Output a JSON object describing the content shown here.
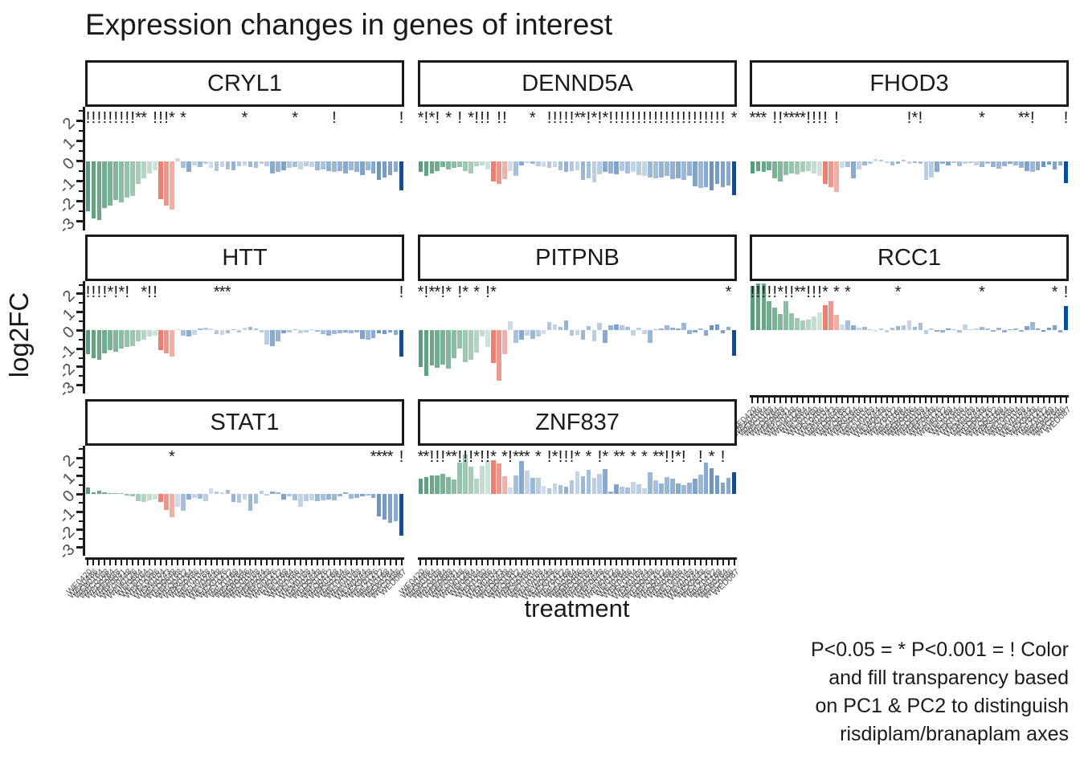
{
  "title": "Expression changes in genes of interest",
  "caption_lines": [
    "P<0.05 = * P<0.001 = ! Color",
    "and fill transparency based",
    "on PC1 & PC2 to distinguish",
    "risdiplam/branaplam axes"
  ],
  "colors": {
    "green": "#4E9973",
    "red": "#E4604E",
    "blue": "#3A72B0",
    "navy": "#0A4F9E",
    "axis_text": "#4d4d4d",
    "text": "#1a1a1a",
    "panel_bg": "#ffffff"
  },
  "chart_data": {
    "type": "bar",
    "title": "Expression changes in genes of interest",
    "xlabel": "treatment",
    "ylabel": "log2FC",
    "ylim": [
      -3.45,
      2.7
    ],
    "y_ticks": [
      2,
      1,
      0,
      -1,
      -2,
      -3
    ],
    "y_minor_ticks": [
      2.5,
      1.5,
      0.5,
      -0.5,
      -1.5,
      -2.5
    ],
    "grid": "off",
    "legend": "none",
    "sig_legend": {
      "star": "P<0.05",
      "bang": "P<0.001"
    },
    "groups": [
      {
        "color": "green",
        "start": 0,
        "end": 12
      },
      {
        "color": "red",
        "start": 13,
        "end": 15
      },
      {
        "color": "blue",
        "start": 16,
        "end": 55
      },
      {
        "color": "navy",
        "start": 56,
        "end": 56
      }
    ],
    "alphas": [
      0.95,
      0.9,
      0.85,
      0.8,
      0.75,
      0.7,
      0.65,
      0.6,
      0.55,
      0.5,
      0.42,
      0.34,
      0.28,
      0.8,
      0.65,
      0.5,
      0.25,
      0.45,
      0.6,
      0.3,
      0.5,
      0.35,
      0.25,
      0.4,
      0.3,
      0.45,
      0.55,
      0.4,
      0.3,
      0.5,
      0.45,
      0.35,
      0.35,
      0.6,
      0.55,
      0.65,
      0.4,
      0.45,
      0.3,
      0.35,
      0.3,
      0.5,
      0.45,
      0.55,
      0.5,
      0.55,
      0.6,
      0.5,
      0.55,
      0.65,
      0.5,
      0.6,
      0.75,
      0.7,
      0.65,
      0.6,
      1.0
    ],
    "x_labels": [
      "WE0420",
      "WEA0486",
      "WEB0164",
      "WEC0168",
      "WED0264",
      "WEE0688",
      "WEF0041",
      "WEG0448",
      "WEH0126",
      "WEI0684",
      "WEJ0164",
      "WEK0260",
      "WEL0486",
      "WEM0104",
      "WEN0243",
      "WEO0648",
      "WEP0168",
      "WEQ0412",
      "WER0264",
      "WES0486",
      "WET0104",
      "WEU0168",
      "WEV0244",
      "WEW0648",
      "WEX0126",
      "WEY0412",
      "WEZ0168",
      "WEA0264",
      "WEB0486",
      "WEC0104",
      "WED0168",
      "WEE0244",
      "WEF0648",
      "WEG0126",
      "WEH0412",
      "WEI0168",
      "WEJ0264",
      "WEK0486",
      "WEL0104",
      "WEM0168",
      "WEN0244",
      "WEO0648",
      "WEP0126",
      "WEQ0412",
      "WER0168",
      "WES0264",
      "WET0486",
      "WEU0104",
      "WEV0168",
      "WEW0244",
      "WEX0648",
      "WEY0126",
      "WEZ0412",
      "WEA0168",
      "WEB0264",
      "WEC0486",
      "WED087"
    ],
    "facets": [
      {
        "name": "CRYL1",
        "col": 0,
        "row": 0,
        "y_axis": true,
        "bottom_axis": false,
        "sig": "!!!!!!!!!** !!!* *          *        *      !           !",
        "values": [
          -2.5,
          -2.85,
          -2.95,
          -2.35,
          -2.2,
          -1.95,
          -2.05,
          -1.8,
          -1.75,
          -1.15,
          -0.85,
          -0.6,
          -0.45,
          -1.9,
          -2.2,
          -2.4,
          0.15,
          -0.35,
          -0.55,
          -0.2,
          -0.3,
          -0.15,
          -0.35,
          -0.5,
          -0.3,
          -0.4,
          -0.45,
          -0.25,
          -0.2,
          -0.3,
          -0.35,
          -0.15,
          -0.25,
          -0.6,
          -0.55,
          -0.45,
          -0.35,
          -0.3,
          -0.4,
          -0.25,
          -0.3,
          -0.45,
          -0.4,
          -0.5,
          -0.55,
          -0.5,
          -0.6,
          -0.45,
          -0.55,
          -0.7,
          -0.45,
          -0.6,
          -0.95,
          -0.8,
          -0.7,
          -0.55,
          -1.45
        ]
      },
      {
        "name": "DENND5A",
        "col": 1,
        "row": 0,
        "y_axis": false,
        "bottom_axis": false,
        "sig": "*!*! * ! *!!! !!    *  !!!!!**!*!*!!!!!!!!!!!!!!!!!!!!! *",
        "values": [
          -0.55,
          -0.75,
          -0.6,
          -0.5,
          -0.3,
          -0.4,
          -0.35,
          -0.3,
          -0.5,
          -0.6,
          -0.25,
          -0.2,
          -0.4,
          -1.0,
          -1.15,
          -0.9,
          -0.5,
          -0.75,
          -0.2,
          -0.1,
          -0.15,
          -0.25,
          -0.3,
          -0.35,
          -0.3,
          -0.45,
          -0.55,
          -0.5,
          -0.45,
          -0.95,
          -0.85,
          -1.05,
          -0.65,
          -0.55,
          -0.6,
          -0.65,
          -0.5,
          -0.6,
          -0.55,
          -0.7,
          -0.75,
          -0.8,
          -0.85,
          -0.8,
          -0.75,
          -0.9,
          -0.85,
          -0.95,
          -0.75,
          -1.25,
          -1.35,
          -1.3,
          -1.45,
          -1.15,
          -1.3,
          -1.2,
          -1.7
        ]
      },
      {
        "name": "FHOD3",
        "col": 2,
        "row": 0,
        "y_axis": false,
        "bottom_axis": false,
        "sig": "*** !!****!!!! !            !*!          *      **!     !",
        "values": [
          -0.6,
          -0.5,
          -0.55,
          -0.45,
          -0.85,
          -1.0,
          -0.7,
          -0.6,
          -0.65,
          -0.55,
          -0.5,
          -0.6,
          -0.75,
          -1.15,
          -1.3,
          -1.55,
          -0.35,
          -0.3,
          -0.85,
          -0.4,
          -0.2,
          -0.15,
          0.1,
          0.08,
          -0.1,
          -0.2,
          -0.15,
          0.05,
          -0.12,
          -0.08,
          -0.15,
          -0.95,
          -0.8,
          -0.55,
          -0.15,
          -0.2,
          -0.1,
          -0.25,
          -0.15,
          -0.1,
          -0.22,
          -0.28,
          -0.12,
          -0.3,
          -0.38,
          -0.25,
          -0.15,
          -0.2,
          -0.35,
          -0.5,
          -0.55,
          -0.45,
          -0.3,
          -0.18,
          -0.4,
          -0.2,
          -1.1
        ]
      },
      {
        "name": "HTT",
        "col": 0,
        "row": 1,
        "y_axis": true,
        "bottom_axis": false,
        "sig": "!!!!*!*!  *!!          ***                              !",
        "values": [
          -1.3,
          -1.5,
          -1.6,
          -1.25,
          -1.1,
          -1.15,
          -1.0,
          -0.9,
          -0.85,
          -0.6,
          -0.5,
          -0.35,
          -0.3,
          -1.1,
          -1.25,
          -1.45,
          0.05,
          -0.3,
          -0.35,
          -0.25,
          0.1,
          0.15,
          0.1,
          -0.2,
          -0.25,
          -0.15,
          0.05,
          -0.1,
          0.15,
          0.2,
          0.1,
          -0.1,
          -0.75,
          -0.85,
          -0.6,
          -0.15,
          -0.1,
          0.05,
          -0.15,
          -0.1,
          0.05,
          -0.05,
          -0.2,
          -0.3,
          -0.2,
          -0.15,
          -0.1,
          -0.15,
          -0.1,
          -0.45,
          -0.5,
          -0.4,
          -0.15,
          -0.2,
          -0.1,
          -0.25,
          -1.45
        ]
      },
      {
        "name": "PITPNB",
        "col": 1,
        "row": 1,
        "y_axis": false,
        "bottom_axis": false,
        "sig": "*!**!* !* * !*                                         *",
        "values": [
          -2.0,
          -2.5,
          -1.9,
          -2.05,
          -1.85,
          -2.1,
          -1.5,
          -1.0,
          -1.75,
          -1.6,
          -1.2,
          -0.35,
          -0.9,
          -1.8,
          -2.75,
          -1.3,
          0.5,
          -0.7,
          -0.5,
          -0.3,
          -0.45,
          -0.35,
          -0.2,
          0.45,
          0.35,
          0.2,
          0.55,
          -0.3,
          -0.25,
          -0.5,
          0.25,
          -0.6,
          0.4,
          -0.7,
          0.3,
          0.35,
          0.3,
          0.2,
          -0.3,
          0.15,
          -0.2,
          -0.7,
          0.05,
          0.1,
          0.3,
          0.15,
          0.1,
          0.4,
          -0.2,
          -0.1,
          0.1,
          -0.3,
          0.3,
          0.35,
          -0.15,
          0.2,
          -1.4
        ]
      },
      {
        "name": "RCC1",
        "col": 2,
        "row": 1,
        "y_axis": false,
        "bottom_axis": true,
        "sig": "!!!!!*!!**!!!* * *        *              *            * !",
        "values": [
          2.45,
          2.55,
          2.55,
          1.6,
          1.25,
          0.9,
          1.6,
          0.95,
          0.7,
          0.55,
          0.6,
          0.75,
          1.0,
          1.4,
          1.6,
          0.85,
          0.35,
          0.55,
          0.3,
          0.15,
          0.2,
          0.05,
          -0.05,
          0.1,
          -0.1,
          0.15,
          0.25,
          0.3,
          0.55,
          0.2,
          0.4,
          -0.2,
          0.1,
          -0.05,
          -0.1,
          0.1,
          0.05,
          -0.1,
          0.35,
          0.05,
          0.1,
          0.2,
          0.1,
          -0.05,
          0.15,
          -0.1,
          0.05,
          0.1,
          -0.05,
          0.25,
          0.45,
          0.1,
          -0.08,
          0.15,
          0.3,
          -0.1,
          1.35
        ]
      },
      {
        "name": "STAT1",
        "col": 0,
        "row": 2,
        "y_axis": true,
        "bottom_axis": true,
        "sig": "               *                                   **** !",
        "values": [
          0.35,
          0.1,
          0.2,
          0.08,
          0.05,
          0.03,
          0.03,
          -0.08,
          -0.15,
          -0.4,
          -0.45,
          -0.35,
          -0.3,
          -0.45,
          -0.9,
          -1.3,
          -0.7,
          -0.95,
          -0.3,
          -0.2,
          -0.25,
          -0.4,
          0.3,
          0.15,
          0.1,
          0.25,
          -0.45,
          -0.5,
          -0.3,
          -0.95,
          -0.55,
          0.2,
          -0.1,
          0.15,
          0.1,
          -0.3,
          -0.15,
          -0.35,
          -0.7,
          -0.4,
          -0.35,
          -0.4,
          -0.35,
          -0.3,
          -0.35,
          -0.15,
          0.1,
          -0.25,
          -0.2,
          -0.15,
          -0.1,
          -0.2,
          -1.25,
          -1.45,
          -1.6,
          -1.5,
          -2.35
        ]
      },
      {
        "name": "ZNF837",
        "col": 1,
        "row": 2,
        "y_axis": false,
        "bottom_axis": true,
        "sig": "**!!!**!!!*!!* *!*** * !*!!!* * !* ** * * **!!*!  ! * !",
        "values": [
          0.85,
          0.95,
          1.05,
          1.05,
          1.15,
          0.95,
          0.8,
          1.75,
          2.2,
          1.55,
          0.85,
          1.6,
          1.9,
          1.9,
          1.7,
          1.0,
          0.35,
          1.05,
          1.85,
          1.3,
          0.9,
          0.9,
          0.45,
          0.3,
          0.6,
          0.5,
          0.4,
          0.75,
          1.25,
          1.0,
          1.35,
          0.9,
          1.15,
          1.4,
          0.15,
          0.55,
          0.4,
          0.35,
          0.7,
          0.55,
          0.3,
          1.2,
          0.75,
          0.6,
          0.95,
          0.85,
          0.6,
          0.5,
          0.65,
          0.85,
          1.1,
          1.75,
          1.45,
          1.05,
          0.65,
          0.9,
          1.2
        ]
      }
    ]
  }
}
